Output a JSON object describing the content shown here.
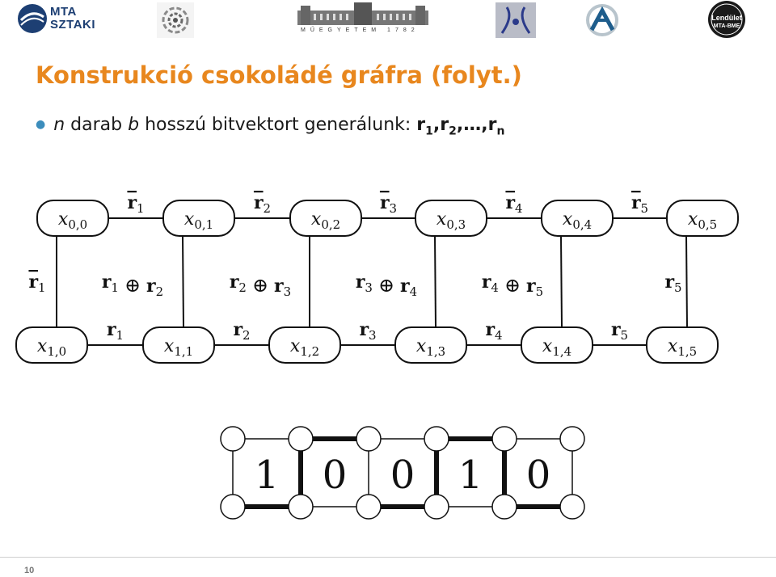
{
  "header": {
    "mta_line1": "MTA",
    "mta_line2": "SZTAKI",
    "muegyetem": "MŰEGYETEM 1782",
    "lendulet": "Lendület",
    "lendulet_sub": "MTA-BME"
  },
  "slide": {
    "title": "Konstrukció csokoládé gráfra (folyt.)",
    "bullet": {
      "n": "n",
      "t1": " darab ",
      "b": "b",
      "t2": " hosszú bitvektort generálunk: ",
      "r1": "r",
      "s1": "1",
      "c1": ",",
      "r2": "r",
      "s2": "2",
      "c2": ",…,",
      "rn": "r",
      "sn": "n"
    },
    "page_number": "10"
  },
  "graph": {
    "top_nodes": [
      "x0,0",
      "x0,1",
      "x0,2",
      "x0,3",
      "x0,4",
      "x0,5"
    ],
    "bottom_nodes": [
      "x1,0",
      "x1,1",
      "x1,2",
      "x1,3",
      "x1,4",
      "x1,5"
    ],
    "top_edge_labels": [
      "r̄1",
      "r̄2",
      "r̄3",
      "r̄4",
      "r̄5"
    ],
    "bottom_edge_labels": [
      "r1",
      "r2",
      "r3",
      "r4",
      "r5"
    ],
    "vertical_labels": [
      "r̄1",
      "r1 ⊕ r2",
      "r2 ⊕ r3",
      "r3 ⊕ r4",
      "r4 ⊕ r5",
      "r5"
    ]
  },
  "bit_grid": {
    "digits": [
      "1",
      "0",
      "0",
      "1",
      "0"
    ]
  }
}
